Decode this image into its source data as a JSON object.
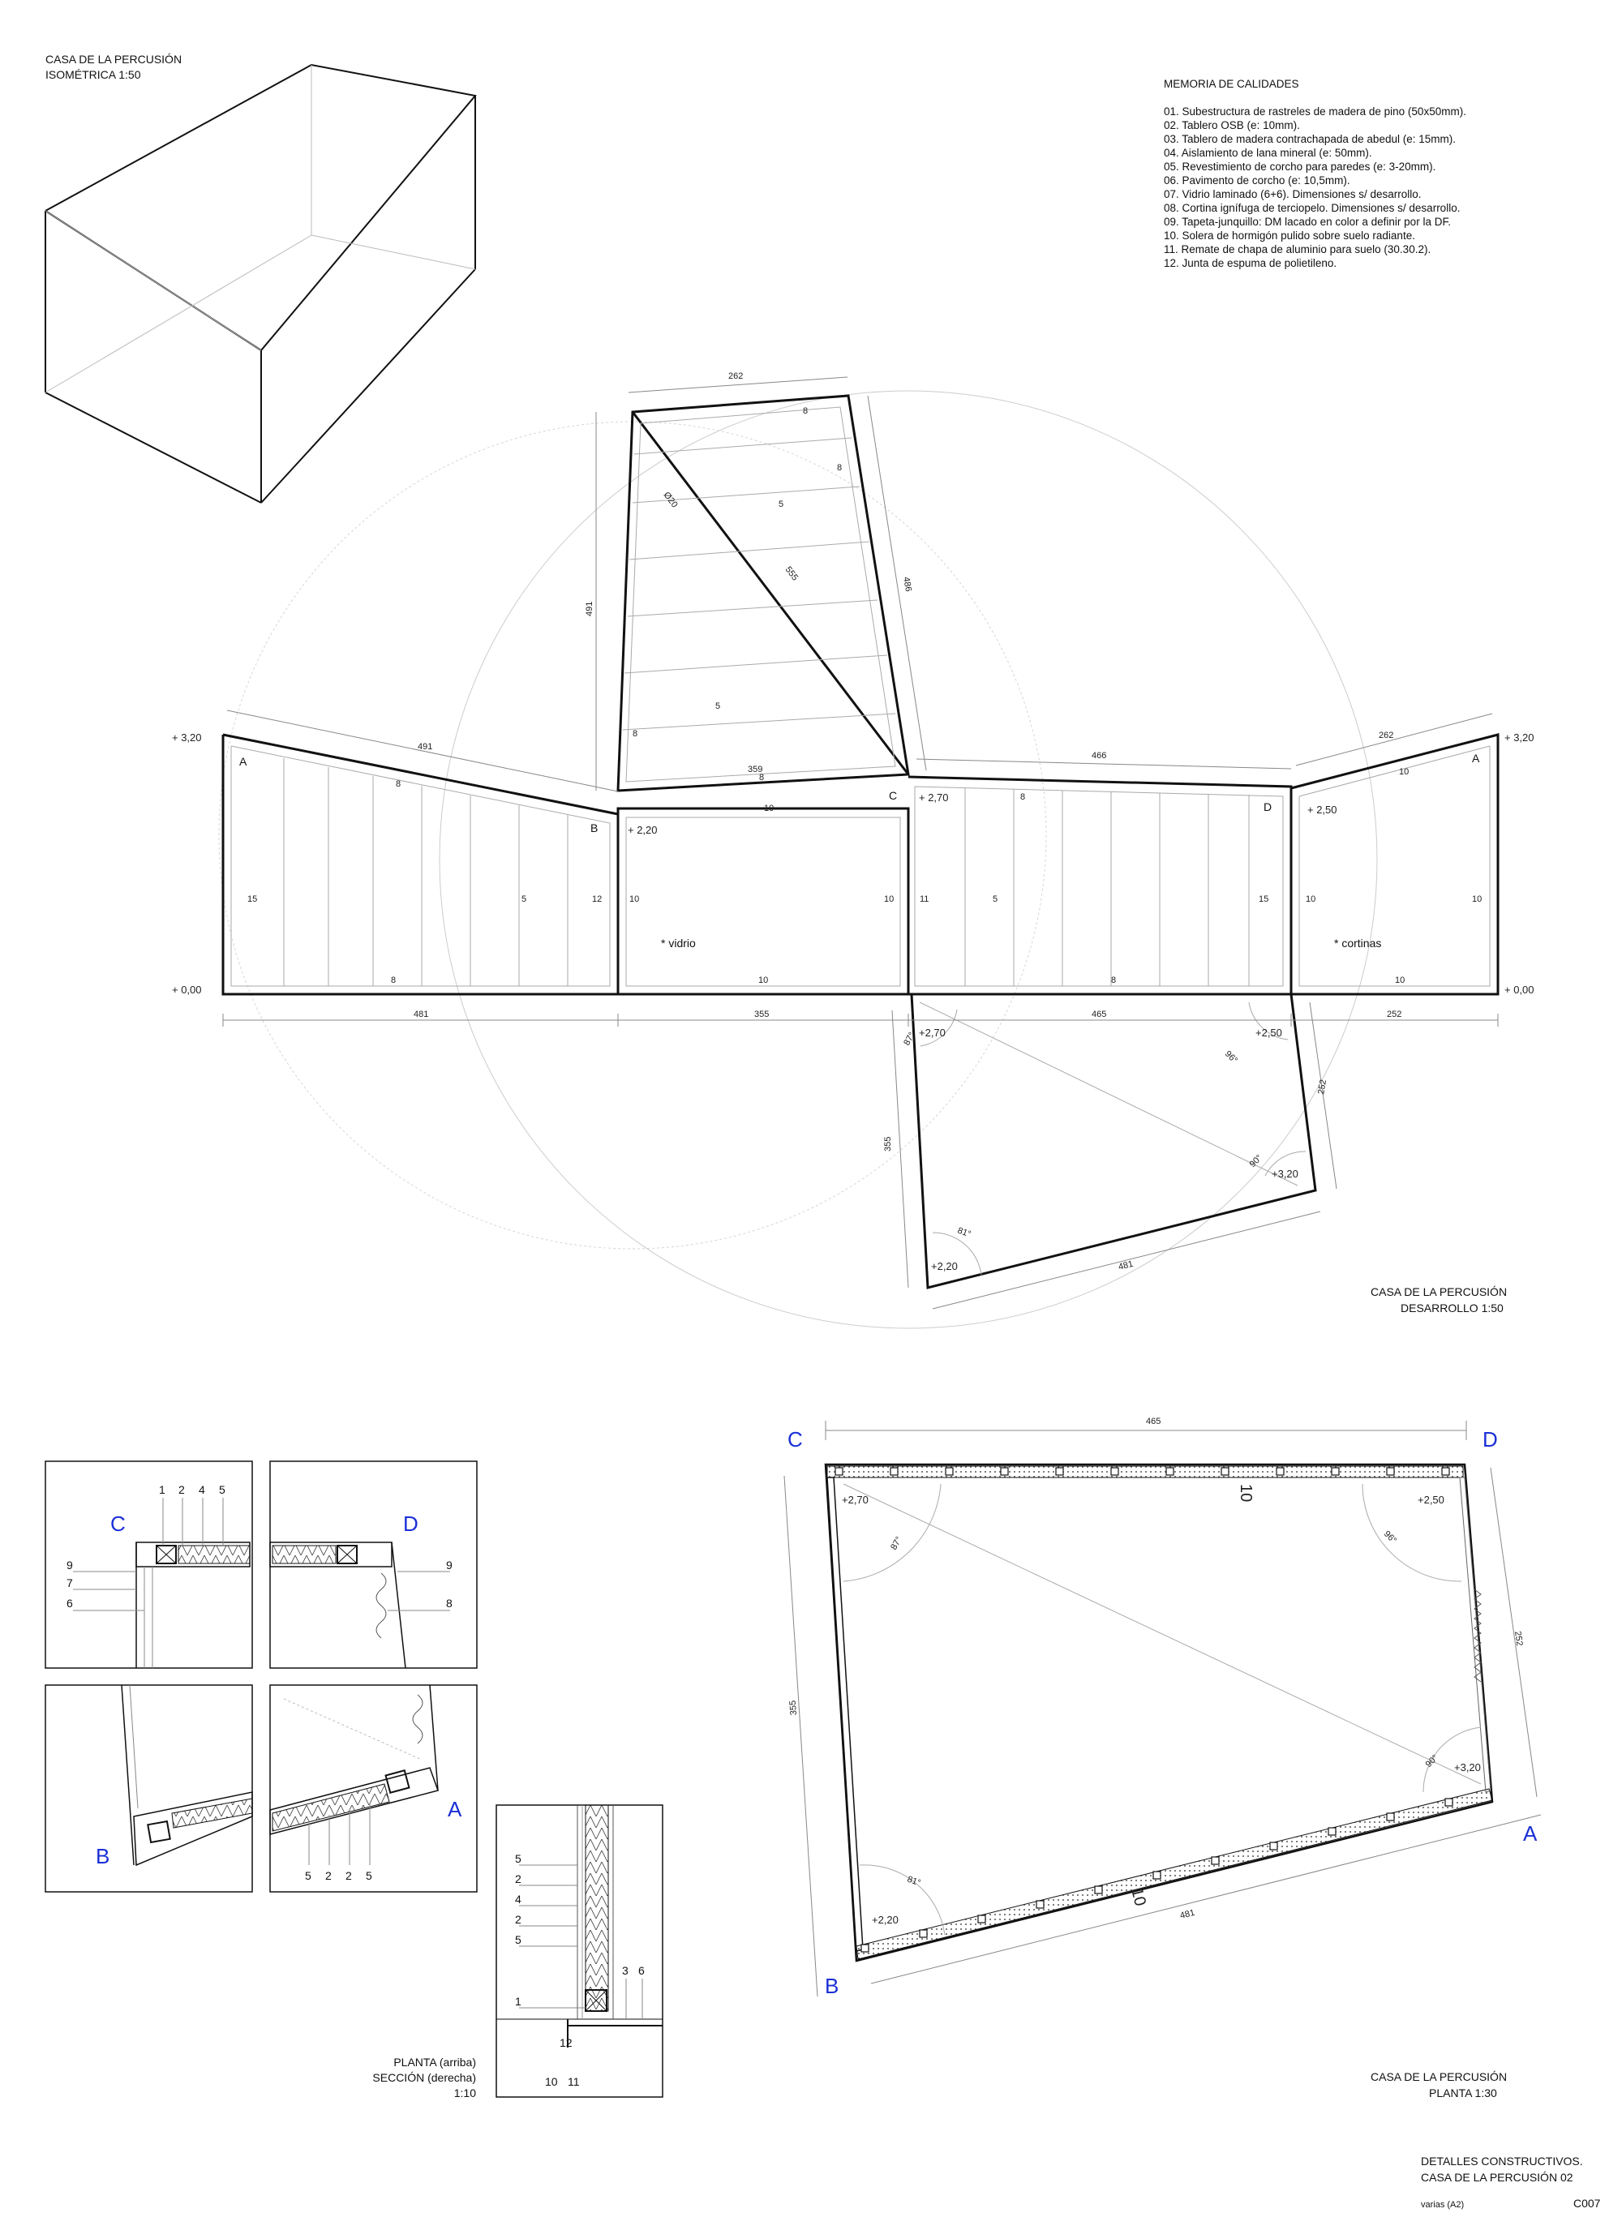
{
  "iso": {
    "title": "CASA DE LA PERCUSIÓN",
    "scale": "ISOMÉTRICA 1:50"
  },
  "memoria": {
    "title": "MEMORIA  DE CALIDADES",
    "items": [
      "01. Subestructura de rastreles de madera de pino (50x50mm).",
      "02. Tablero OSB (e: 10mm).",
      "03. Tablero de madera contrachapada de abedul (e: 15mm).",
      "04. Aislamiento de lana mineral (e: 50mm).",
      "05. Revestimiento de corcho para paredes (e: 3-20mm).",
      "06. Pavimento de corcho (e: 10,5mm).",
      "07. Vidrio laminado (6+6). Dimensiones s/ desarrollo.",
      "08. Cortina ignífuga de terciopelo. Dimensiones s/ desarrollo.",
      "09. Tapeta-junquillo: DM lacado en color a definir por la DF.",
      "10. Solera de hormigón pulido sobre suelo radiante.",
      "11. Remate de chapa de aluminio para suelo (30.30.2).",
      "12. Junta de espuma de polietileno."
    ]
  },
  "desarrollo": {
    "caption_1": "CASA DE LA PERCUSIÓN",
    "caption_2": "DESARROLLO  1:50",
    "level_320": "+ 3,20",
    "level_000": "+ 0,00",
    "level_220": "+ 2,20",
    "level_270": "+ 2,70",
    "level_250": "+ 2,50",
    "p270": "+2,70",
    "p250": "+2,50",
    "p320": "+3,20",
    "p220": "+2,20",
    "corner_a": "A",
    "corner_b": "B",
    "corner_c": "C",
    "corner_d": "D",
    "vidrio": "* vidrio",
    "cortinas": "* cortinas",
    "dims": {
      "d262": "262",
      "d491": "491",
      "d359": "359",
      "d466": "466",
      "d486": "486",
      "d555": "555",
      "d020": "Ø20",
      "d481": "481",
      "d355": "355",
      "d465": "465",
      "d252": "252",
      "d15": "15",
      "d12": "12",
      "d10": "10",
      "d11": "11",
      "d8": "8",
      "d5": "5",
      "a87": "87°",
      "a96": "96°",
      "a90": "90°",
      "a81": "81°"
    }
  },
  "planta": {
    "caption_1": "CASA DE LA PERCUSIÓN",
    "caption_2": "PLANTA  1:30",
    "c": "C",
    "d": "D",
    "a": "A",
    "b": "B",
    "d465": "465",
    "d355": "355",
    "d252": "252",
    "d481": "481",
    "d10": "10",
    "p270": "+2,70",
    "p250": "+2,50",
    "p320": "+3,20",
    "p220": "+2,20",
    "a87": "87°",
    "a96": "96°",
    "a90": "90°",
    "a81": "81°"
  },
  "details": {
    "c": "C",
    "d": "D",
    "b": "B",
    "a": "A",
    "n1": "1",
    "n2": "2",
    "n3": "3",
    "n4": "4",
    "n5": "5",
    "n6": "6",
    "n7": "7",
    "n8": "8",
    "n9": "9",
    "n10": "10",
    "n11": "11",
    "n12": "12",
    "caption_1": "PLANTA (arriba)",
    "caption_2": "SECCIÓN (derecha)",
    "caption_3": "1:10"
  },
  "title_block": {
    "line1": "DETALLES CONSTRUCTIVOS.",
    "line2": "CASA DE LA PERCUSIÓN 02",
    "scale": "varias (A2)",
    "sheet": "C007"
  }
}
